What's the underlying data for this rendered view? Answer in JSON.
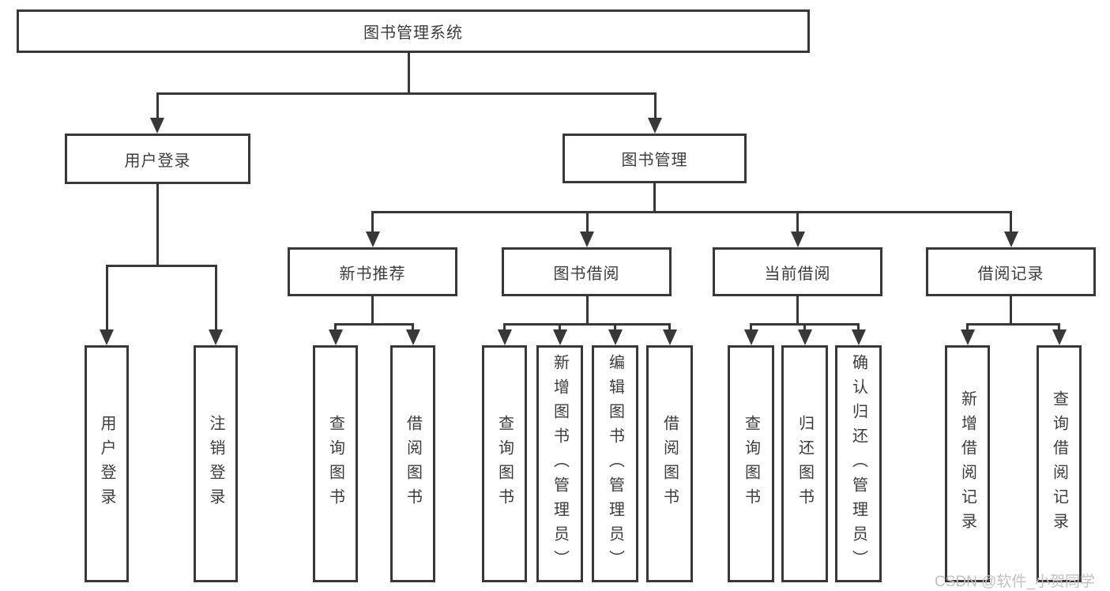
{
  "tree": {
    "root": {
      "label": "图书管理系统",
      "children": [
        {
          "label": "用户登录",
          "children": [
            {
              "label": "用户登录"
            },
            {
              "label": "注销登录"
            }
          ]
        },
        {
          "label": "图书管理",
          "children": [
            {
              "label": "新书推荐",
              "children": [
                {
                  "label": "查询图书"
                },
                {
                  "label": "借阅图书"
                }
              ]
            },
            {
              "label": "图书借阅",
              "children": [
                {
                  "label": "查询图书"
                },
                {
                  "label": "新增图书（管理员）"
                },
                {
                  "label": "编辑图书（管理员）"
                },
                {
                  "label": "借阅图书"
                }
              ]
            },
            {
              "label": "当前借阅",
              "children": [
                {
                  "label": "查询图书"
                },
                {
                  "label": "归还图书"
                },
                {
                  "label": "确认归还（管理员）"
                }
              ]
            },
            {
              "label": "借阅记录",
              "children": [
                {
                  "label": "新增借阅记录"
                },
                {
                  "label": "查询借阅记录"
                }
              ]
            }
          ]
        }
      ]
    }
  },
  "watermark": "CSDN @软件_小贺同学",
  "colors": {
    "line": "#383838",
    "text": "#3c3c3c",
    "watermark": "#c2c2c2",
    "background": "#ffffff"
  }
}
